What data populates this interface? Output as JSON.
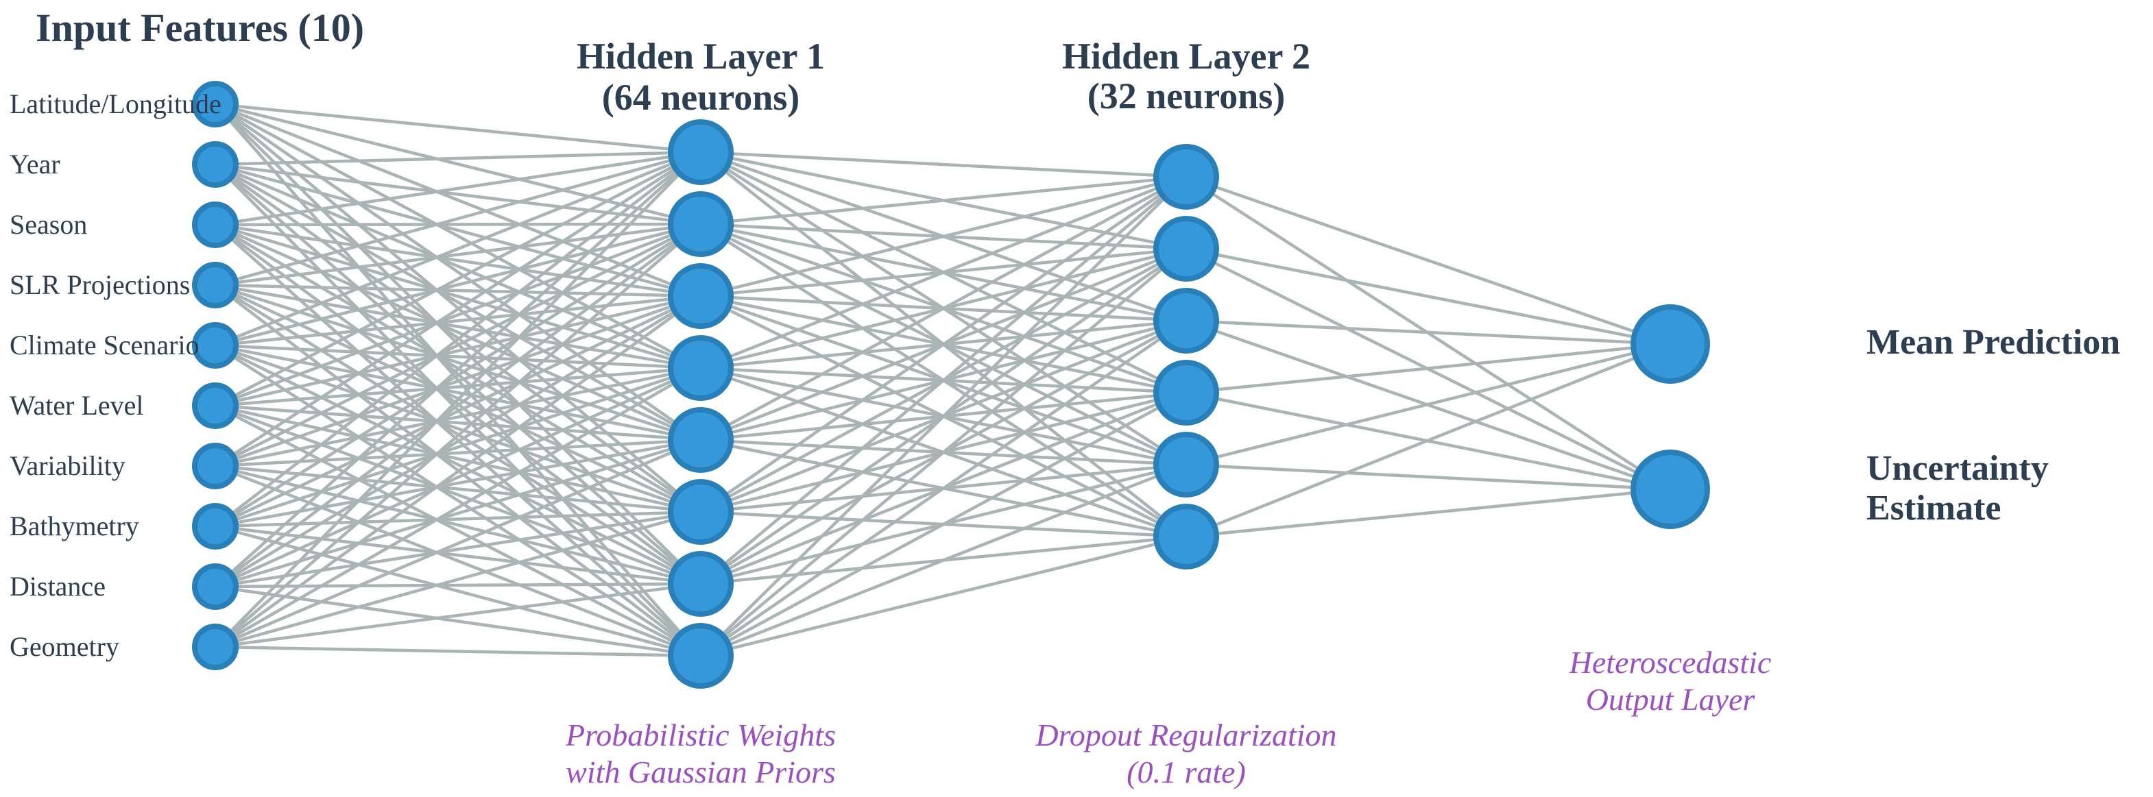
{
  "layers": {
    "input_title": "Input Features (10)",
    "hidden1_title": [
      "Hidden Layer 1",
      "(64 neurons)"
    ],
    "hidden2_title": [
      "Hidden Layer 2",
      "(32 neurons)"
    ]
  },
  "inputs": [
    "Latitude/Longitude",
    "Year",
    "Season",
    "SLR Projections",
    "Climate Scenario",
    "Water Level",
    "Variability",
    "Bathymetry",
    "Distance",
    "Geometry"
  ],
  "outputs": [
    [
      "Mean Prediction"
    ],
    [
      "Uncertainty",
      "Estimate"
    ]
  ],
  "annotations": {
    "hidden1": [
      "Probabilistic Weights",
      "with Gaussian Priors"
    ],
    "hidden2": [
      "Dropout Regularization",
      "(0.1 rate)"
    ],
    "output": [
      "Heteroscedastic",
      "Output Layer"
    ]
  },
  "shown_neurons": {
    "input": 10,
    "hidden1": 8,
    "hidden2": 6,
    "output": 2
  },
  "colors": {
    "node_fill": "#3498db",
    "node_stroke": "#2980b9",
    "edge": "#aab4b5",
    "title": "#2c3e50",
    "annotation": "#9b4fc0"
  }
}
